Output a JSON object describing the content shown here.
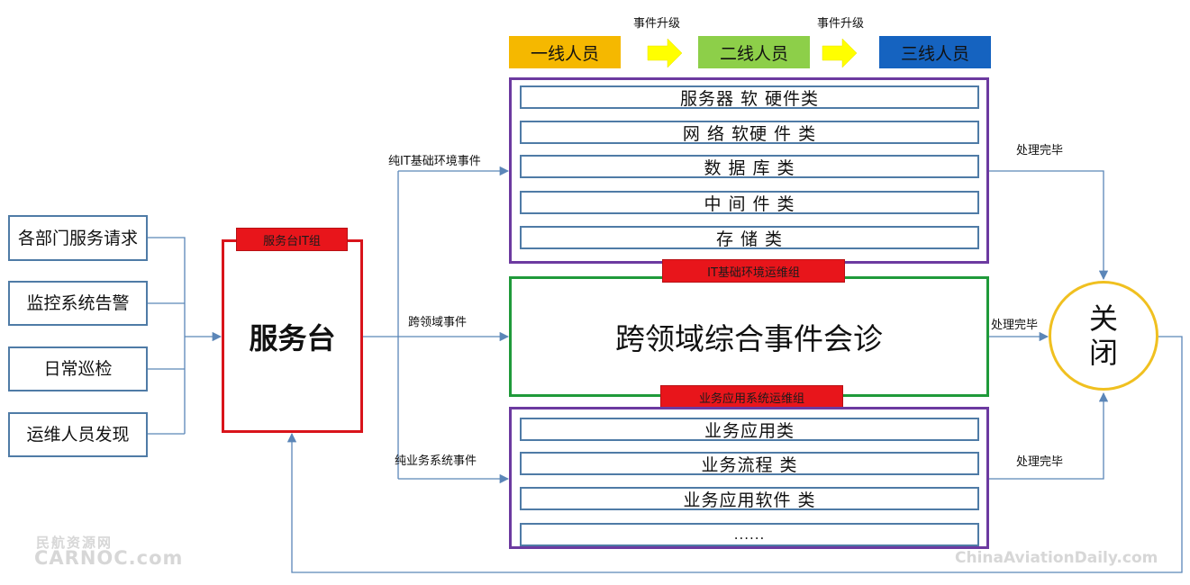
{
  "sources": [
    "各部门服务请求",
    "监控系统告警",
    "日常巡检",
    "运维人员发现"
  ],
  "service_desk": {
    "tag": "服务台IT组",
    "title": "服务台"
  },
  "tiers": [
    {
      "label": "一线人员",
      "color": "#f5b800"
    },
    {
      "label": "二线人员",
      "color": "#8dcf49"
    },
    {
      "label": "三线人员",
      "color": "#1563c0"
    }
  ],
  "escalation_label": "事件升级",
  "infra_group": {
    "tag": "IT基础环境运维组",
    "items": [
      "服务器 软 硬件类",
      "网 络 软硬 件 类",
      "数 据 库 类",
      "中 间 件 类",
      "存 储 类"
    ]
  },
  "cross_domain": {
    "title": "跨领域综合事件会诊"
  },
  "app_group": {
    "tag": "业务应用系统运维组",
    "items": [
      "业务应用类",
      "业务流程 类",
      "业务应用软件 类",
      "......"
    ]
  },
  "edges": {
    "infra_event": "纯IT基础环境事件",
    "cross_event": "跨领域事件",
    "app_event": "纯业务系统事件",
    "done": "处理完毕"
  },
  "close": {
    "line1": "关",
    "line2": "闭"
  },
  "watermark_left": {
    "cn": "民航资源网",
    "en": "CARNOC.com"
  },
  "watermark_right": "ChinaAviationDaily.com",
  "colors": {
    "arrow": "#5b86b8",
    "escalate_arrow": "#ffff00",
    "desk_border": "#d9141b",
    "cross_border": "#1f9a3a",
    "close_border": "#f0c020",
    "group_border": "#6c3aa0"
  }
}
